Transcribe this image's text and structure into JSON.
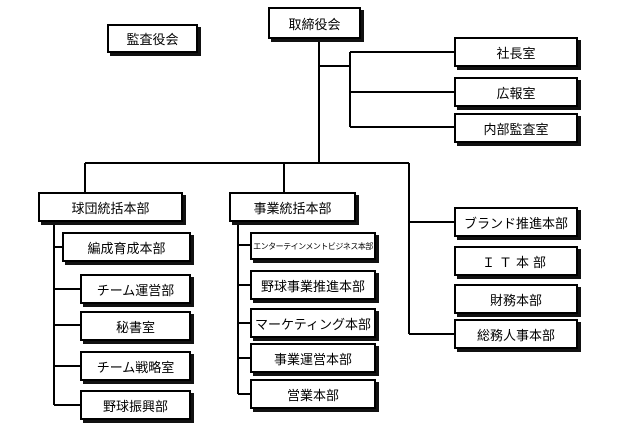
{
  "chart": {
    "board": "取締役会",
    "auditors": "監査役会",
    "staff": [
      "社長室",
      "広報室",
      "内部監査室"
    ],
    "team_hq": {
      "label": "球団統括本部",
      "children": [
        "編成育成本部",
        "チーム運営部",
        "秘書室",
        "チーム戦略室",
        "野球振興部"
      ]
    },
    "business_hq": {
      "label": "事業統括本部",
      "children": [
        "エンターテインメントビジネス本部",
        "野球事業推進本部",
        "マーケティング本部",
        "事業運営本部",
        "営業本部"
      ]
    },
    "right_divisions": [
      "ブランド推進本部",
      "ＩＴ本部",
      "財務本部",
      "総務人事本部"
    ]
  }
}
